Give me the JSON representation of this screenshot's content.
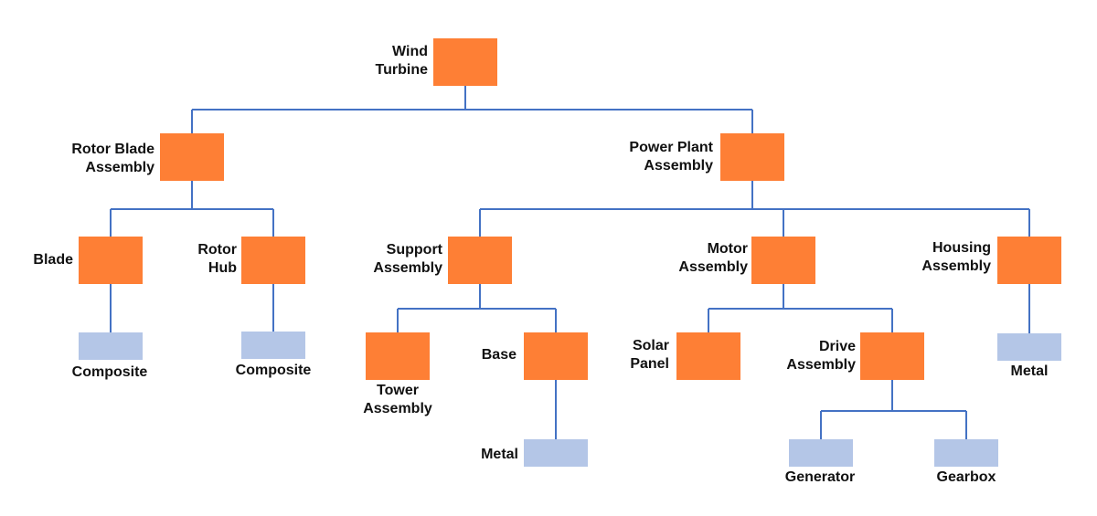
{
  "colors": {
    "assembly": "#FE7F35",
    "material": "#B4C6E7",
    "connector": "#4472C4"
  },
  "nodes": {
    "wind_turbine": {
      "line1": "Wind",
      "line2": "Turbine",
      "kind": "assembly"
    },
    "rotor_blade": {
      "line1": "Rotor Blade",
      "line2": "Assembly",
      "kind": "assembly"
    },
    "power_plant": {
      "line1": "Power Plant",
      "line2": "Assembly",
      "kind": "assembly"
    },
    "blade": {
      "line1": "Blade",
      "kind": "assembly"
    },
    "rotor_hub": {
      "line1": "Rotor",
      "line2": "Hub",
      "kind": "assembly"
    },
    "support": {
      "line1": "Support",
      "line2": "Assembly",
      "kind": "assembly"
    },
    "motor": {
      "line1": "Motor",
      "line2": "Assembly",
      "kind": "assembly"
    },
    "housing": {
      "line1": "Housing",
      "line2": "Assembly",
      "kind": "assembly"
    },
    "blade_material": {
      "line1": "Composite",
      "kind": "material"
    },
    "hub_material": {
      "line1": "Composite",
      "kind": "material"
    },
    "tower": {
      "line1": "Tower",
      "line2": "Assembly",
      "kind": "assembly"
    },
    "base": {
      "line1": "Base",
      "kind": "assembly"
    },
    "solar_panel": {
      "line1": "Solar",
      "line2": "Panel",
      "kind": "assembly"
    },
    "drive": {
      "line1": "Drive",
      "line2": "Assembly",
      "kind": "assembly"
    },
    "housing_material": {
      "line1": "Metal",
      "kind": "material"
    },
    "base_material": {
      "line1": "Metal",
      "kind": "material"
    },
    "generator": {
      "line1": "Generator",
      "kind": "material"
    },
    "gearbox": {
      "line1": "Gearbox",
      "kind": "material"
    }
  }
}
